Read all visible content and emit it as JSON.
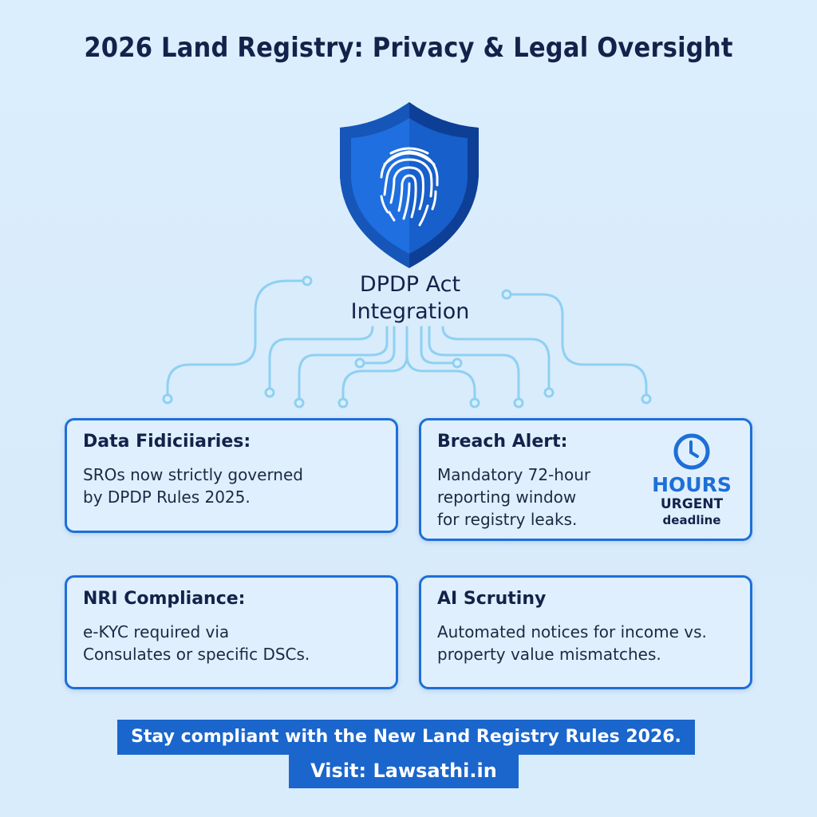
{
  "title": "2026 Land Registry: Privacy & Legal Oversight",
  "hub": {
    "icon": "fingerprint-shield-icon",
    "line1": "DPDP Act",
    "line2": "Integration"
  },
  "colors": {
    "background": "#dbeefd",
    "title": "#13224a",
    "accent": "#1e6fd6",
    "shield_light": "#1f6fe0",
    "shield_dark": "#0e3f96",
    "circuit": "#8fd0f2",
    "cta_background": "#1a66cc"
  },
  "cards": [
    {
      "heading": "Data Fidiciiaries:",
      "body": "SROs now strictly governed\nby DPDP Rules 2025."
    },
    {
      "heading": "Breach Alert:",
      "body": "Mandatory 72-hour\nreporting window\nfor registry leaks.",
      "badge": {
        "icon": "clock-icon",
        "value": "HOURS",
        "label": "URGENT",
        "sublabel": "deadline"
      }
    },
    {
      "heading": "NRI Compliance:",
      "body": "e-KYC required via\nConsulates or specific DSCs."
    },
    {
      "heading": "AI Scrutiny",
      "body": "Automated notices for income vs.\nproperty value mismatches."
    }
  ],
  "cta": {
    "line1": "Stay compliant with the New Land Registry Rules 2026.",
    "line2": "Visit: Lawsathi.in"
  }
}
